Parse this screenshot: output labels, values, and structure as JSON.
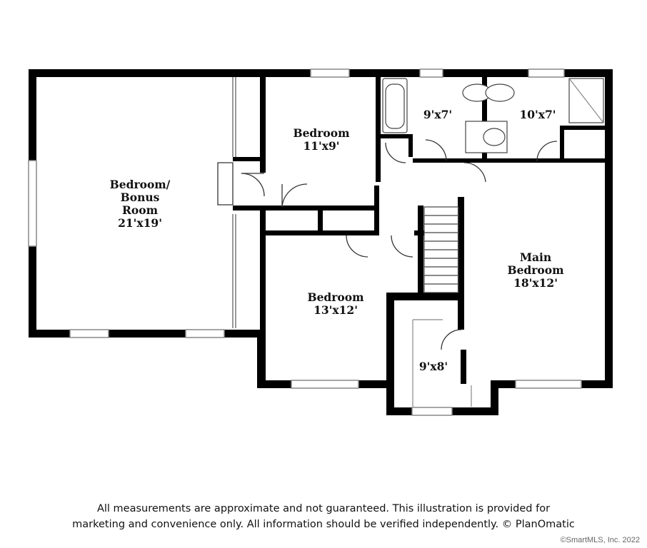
{
  "rooms": {
    "bonus": {
      "name_line1": "Bedroom/",
      "name_line2": "Bonus",
      "name_line3": "Room",
      "size": "21'x19'"
    },
    "bedroom_top": {
      "name": "Bedroom",
      "size": "11'x9'"
    },
    "bath1": {
      "size": "9'x7'"
    },
    "bath2": {
      "size": "10'x7'"
    },
    "main_bedroom": {
      "name_line1": "Main",
      "name_line2": "Bedroom",
      "size": "18'x12'"
    },
    "bedroom_bottom": {
      "name": "Bedroom",
      "size": "13'x12'"
    },
    "closet": {
      "size": "9'x8'"
    }
  },
  "disclaimer": {
    "line1": "All measurements are approximate and not guaranteed. This illustration is provided for",
    "line2": "marketing and convenience only. All information should be verified independently. © PlanOmatic"
  },
  "copyright": "©SmartMLS, Inc.  2022"
}
